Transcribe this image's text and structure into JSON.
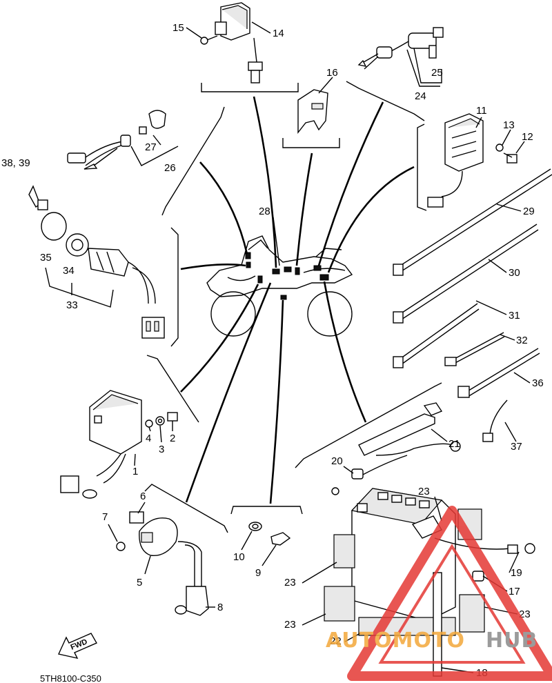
{
  "diagram": {
    "part_numbers": [
      "1",
      "2",
      "3",
      "4",
      "5",
      "6",
      "7",
      "8",
      "9",
      "10",
      "11",
      "12",
      "13",
      "14",
      "15",
      "16",
      "17",
      "18",
      "19",
      "20",
      "21",
      "22",
      "23",
      "24",
      "25",
      "26",
      "27",
      "28",
      "29",
      "30",
      "31",
      "32",
      "33",
      "34",
      "35",
      "36",
      "37"
    ],
    "label_38_39": "38, 39",
    "label_23": "23",
    "drawing_code": "5TH8100-C350",
    "fwd_label": "FWD"
  },
  "watermark": {
    "part1": "AUTOMOTO",
    "part2": "HUB",
    "color_primary": "#e53935",
    "color_secondary": "#f3a73a",
    "color_gray": "#8a8a8a"
  }
}
